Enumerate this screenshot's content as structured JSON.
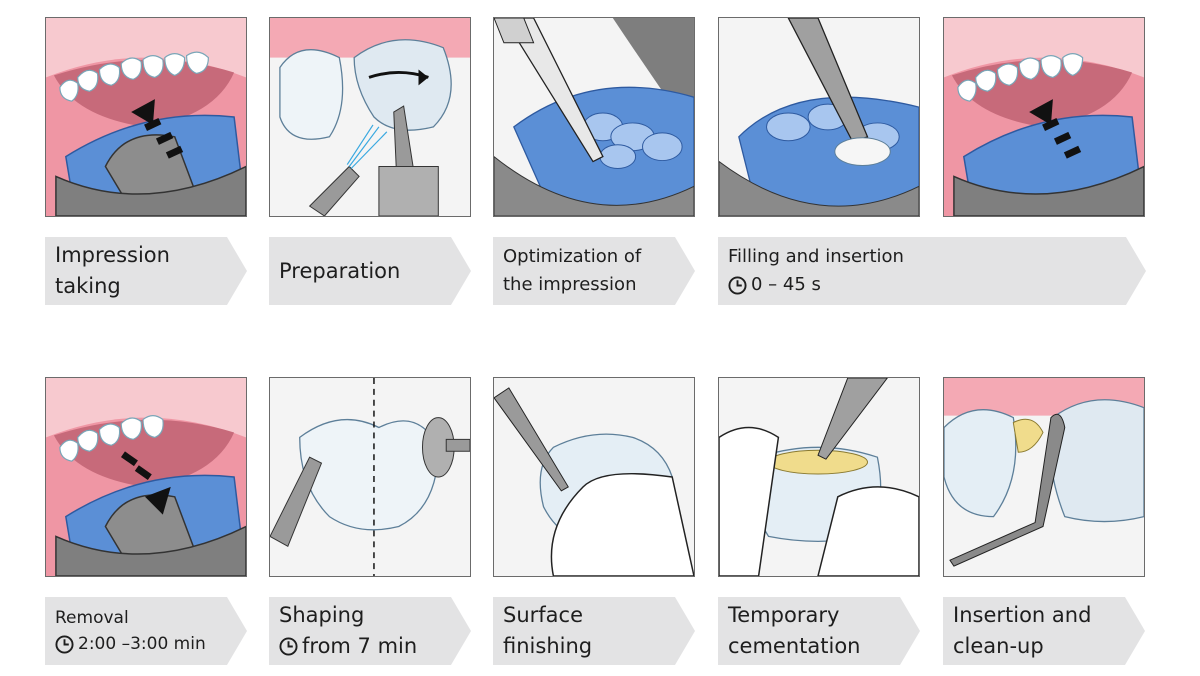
{
  "steps": [
    {
      "id": "impression-taking",
      "label": "Impression taking",
      "lines": [
        "Impression",
        "taking"
      ],
      "time": ""
    },
    {
      "id": "preparation",
      "label": "Preparation",
      "lines": [
        "Preparation"
      ],
      "time": ""
    },
    {
      "id": "optimization",
      "label": "Optimization of the impression",
      "lines": [
        "Optimization of",
        "the impression"
      ],
      "time": ""
    },
    {
      "id": "filling-insertion",
      "label": "Filling and insertion",
      "lines": [
        "Filling and insertion"
      ],
      "time": "0 – 45 s"
    },
    {
      "id": "removal",
      "label": "Removal",
      "lines": [
        "Removal"
      ],
      "time": "2:00 –3:00 min"
    },
    {
      "id": "shaping",
      "label": "Shaping",
      "lines": [
        "Shaping"
      ],
      "time": "from 7 min"
    },
    {
      "id": "surface-finishing",
      "label": "Surface finishing",
      "lines": [
        "Surface",
        "finishing"
      ],
      "time": ""
    },
    {
      "id": "temporary-cementation",
      "label": "Temporary cementation",
      "lines": [
        "Temporary",
        "cementation"
      ],
      "time": ""
    },
    {
      "id": "insertion-cleanup",
      "label": "Insertion and clean-up",
      "lines": [
        "Insertion and",
        "clean-up"
      ],
      "time": ""
    }
  ],
  "icons": {
    "timer": "clock-icon"
  },
  "colors": {
    "impression_blue": "#5b8fd6",
    "gum_pink": "#f4a9b4",
    "tray_gray": "#8a8a8a",
    "label_bg": "#e3e3e4",
    "cement_yellow": "#f0dc8c"
  }
}
